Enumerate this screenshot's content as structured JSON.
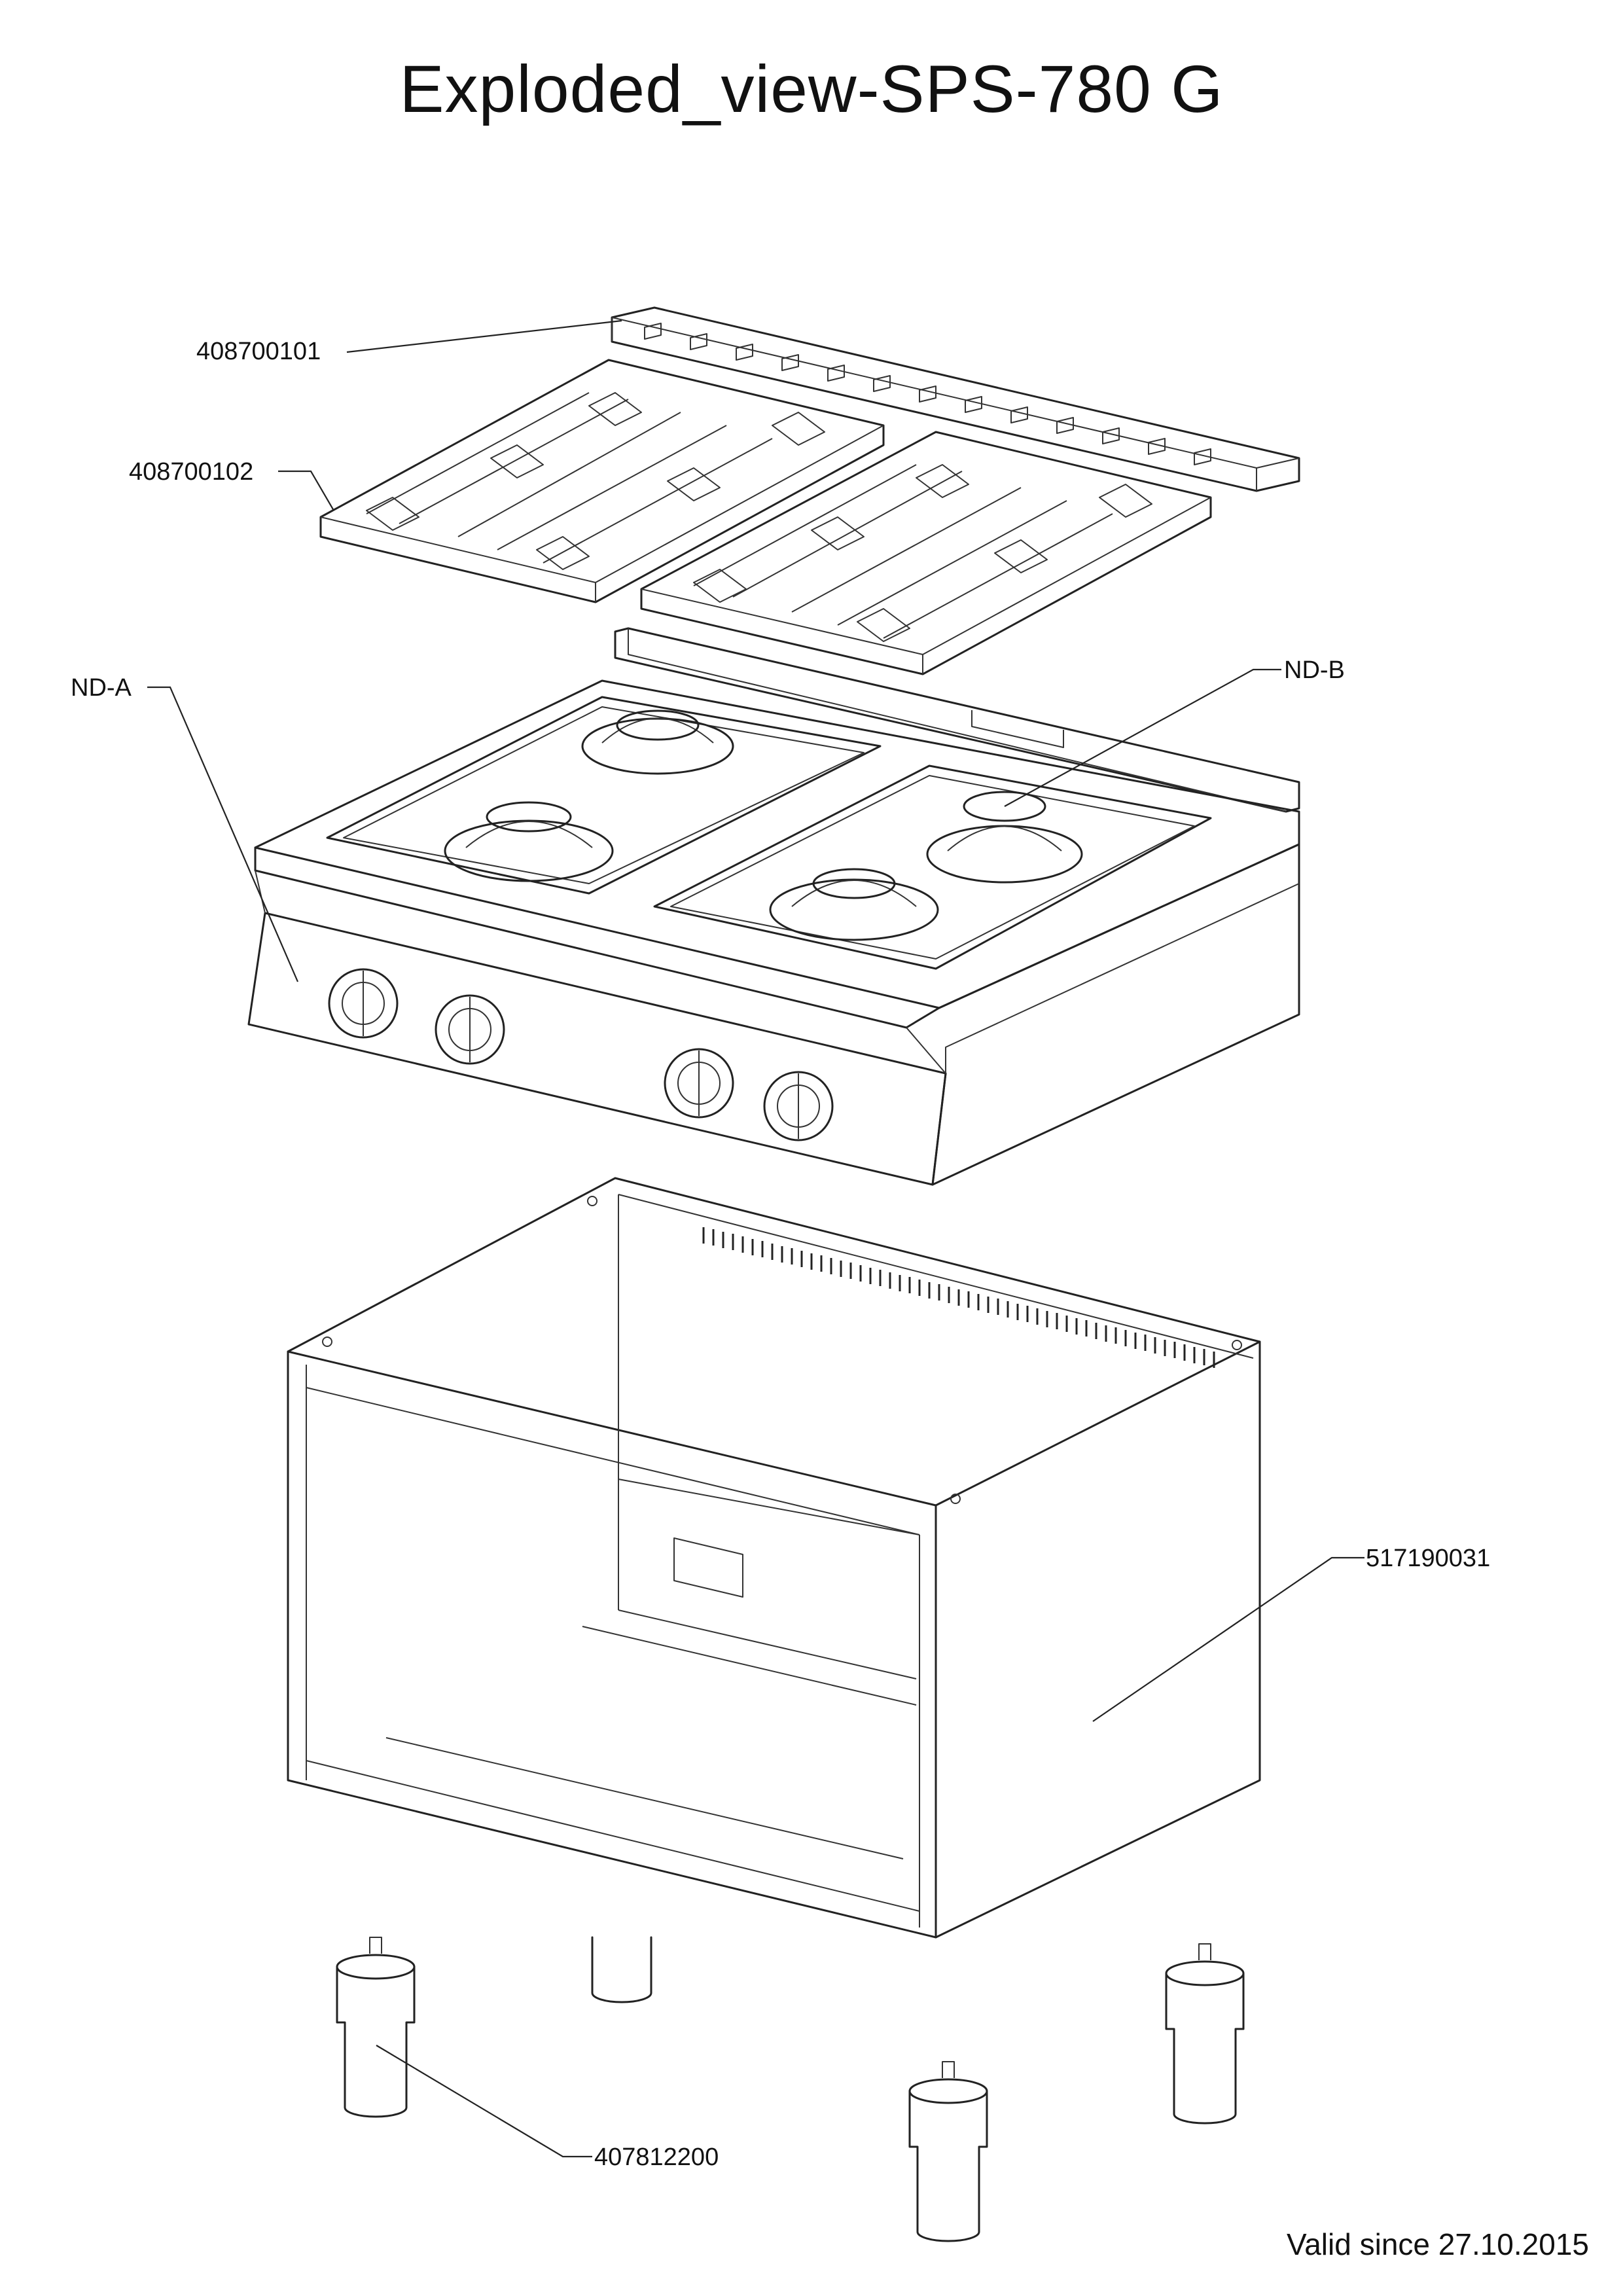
{
  "title": "Exploded_view-SPS-780 G",
  "footer": "Valid since 27.10.2015",
  "callouts": {
    "rail": "408700101",
    "grate": "408700102",
    "nd_a": "ND-A",
    "nd_b": "ND-B",
    "base": "517190031",
    "foot": "407812200"
  }
}
